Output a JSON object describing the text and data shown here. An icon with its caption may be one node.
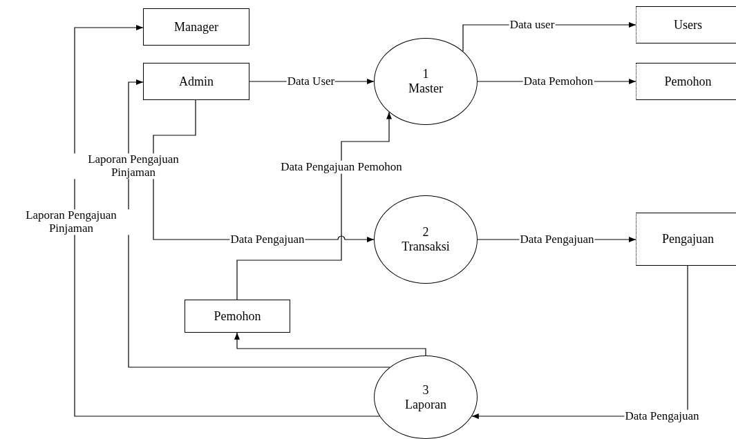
{
  "diagram": {
    "nodes": [
      {
        "text": [
          "Manager"
        ]
      },
      {
        "text": [
          "Admin"
        ]
      },
      {
        "text": [
          "1",
          "Master"
        ]
      },
      {
        "text": [
          "Users"
        ]
      },
      {
        "text": [
          "Pemohon"
        ]
      },
      {
        "text": [
          "2",
          "Transaksi"
        ]
      },
      {
        "text": [
          "Pengajuan"
        ]
      },
      {
        "text": [
          "Pemohon"
        ]
      },
      {
        "text": [
          "3",
          "Laporan"
        ]
      }
    ],
    "edges": [
      {
        "from": 1,
        "to": 2,
        "arrow": "to",
        "label": "Data User"
      },
      {
        "from": 2,
        "to": 3,
        "arrow": "to",
        "label": "Data user"
      },
      {
        "from": 2,
        "to": 4,
        "arrow": "to",
        "label": "Data Pemohon"
      },
      {
        "from": 1,
        "to": 5,
        "arrow": "to",
        "label": "Data Pengajuan"
      },
      {
        "from": 7,
        "to": 2,
        "arrow": "to",
        "label": "Data Pengajuan Pemohon"
      },
      {
        "from": 5,
        "to": 6,
        "arrow": "to",
        "label": "Data Pengajuan"
      },
      {
        "from": 6,
        "to": 8,
        "arrow": "to",
        "label": "Data Pengajuan"
      },
      {
        "from": 8,
        "to": 7,
        "arrow": "to"
      },
      {
        "from": 8,
        "to": 1,
        "arrow": "to",
        "label": "Laporan Pengajuan Pinjaman"
      },
      {
        "from": 8,
        "to": 0,
        "arrow": "to",
        "label": "Laporan Pengajuan Pinjaman"
      }
    ]
  }
}
